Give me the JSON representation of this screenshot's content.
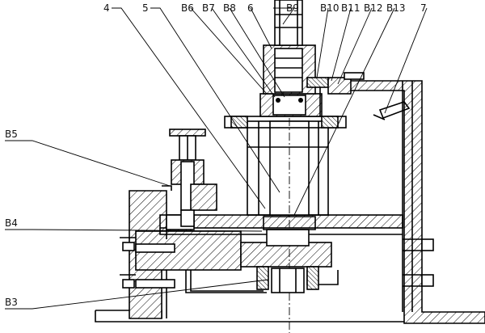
{
  "labels": {
    "l4": "4",
    "l5": "5",
    "l6": "6",
    "l7": "7",
    "b3": "B3",
    "b4": "B4",
    "b5": "B5",
    "b6": "B6",
    "b7": "B7",
    "b8": "B8",
    "b9": "B9",
    "b10": "B10",
    "b11": "B11",
    "b12": "B12",
    "b13": "B13"
  }
}
